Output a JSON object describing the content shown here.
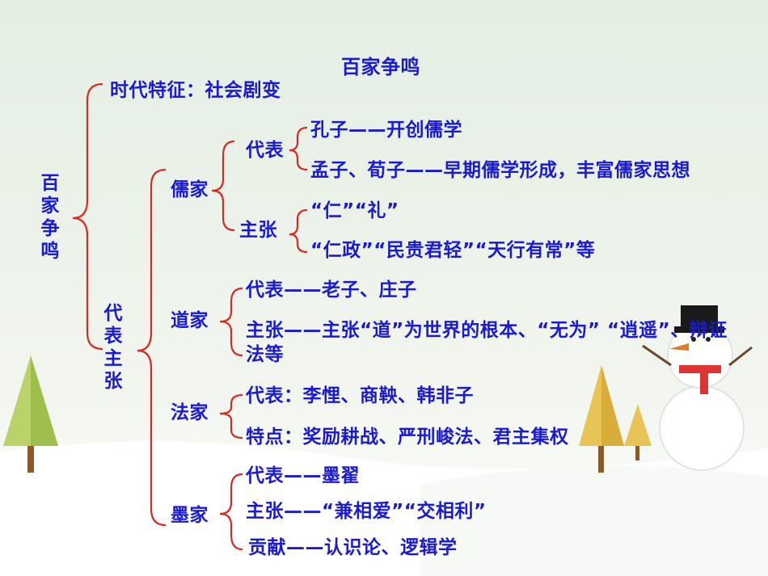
{
  "slide": {
    "title": "百家争鸣",
    "root_vertical": "百家争鸣",
    "era": "时代特征：社会剧变",
    "reps_vertical": "代表主张",
    "confucian": {
      "name": "儒家",
      "rep_label": "代表",
      "rep_items": [
        "孔子——开创儒学",
        "孟子、荀子——早期儒学形成，丰富儒家思想"
      ],
      "claim_label": "主张",
      "claim_items": [
        "“仁”“礼”",
        "“仁政”“民贵君轻”“天行有常”等"
      ]
    },
    "taoist": {
      "name": "道家",
      "rep": "代表——老子、庄子",
      "claim_line1": "主张——主张“道”为世界的根本、“无为” “逍遥”、辩证",
      "claim_line2": "法等"
    },
    "legalist": {
      "name": "法家",
      "rep": "代表：李悝、商鞅、韩非子",
      "feature": "特点：奖励耕战、严刑峻法、君主集权"
    },
    "mohist": {
      "name": "墨家",
      "rep": "代表——墨翟",
      "claim": "主张——“兼相爱”“交相利”",
      "contribution": "贡献——认识论、逻辑学"
    }
  },
  "colors": {
    "text": "#1a1ad6",
    "brace": "#d92a22"
  }
}
